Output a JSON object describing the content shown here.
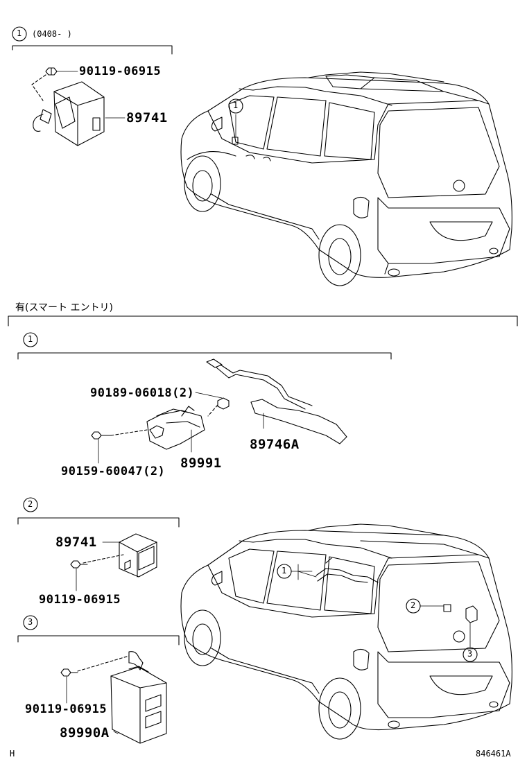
{
  "header": {
    "section1_number": "1",
    "section1_date_range": "(0408-   )",
    "variant_label": "有(スマート エントリ)"
  },
  "top_section": {
    "parts": [
      "90119-06915",
      "89741"
    ],
    "vehicle_callout": "1"
  },
  "smart_entry": {
    "group1": {
      "number": "1",
      "parts": [
        "90189-06018(2)",
        "89746A",
        "89991",
        "90159-60047(2)"
      ]
    },
    "group2": {
      "number": "2",
      "parts": [
        "89741",
        "90119-06915"
      ]
    },
    "group3": {
      "number": "3",
      "parts": [
        "90119-06915",
        "89990A"
      ]
    },
    "vehicle_callouts": [
      "1",
      "2",
      "3"
    ]
  },
  "footer": {
    "left_code": "H",
    "diagram_id": "846461A"
  }
}
